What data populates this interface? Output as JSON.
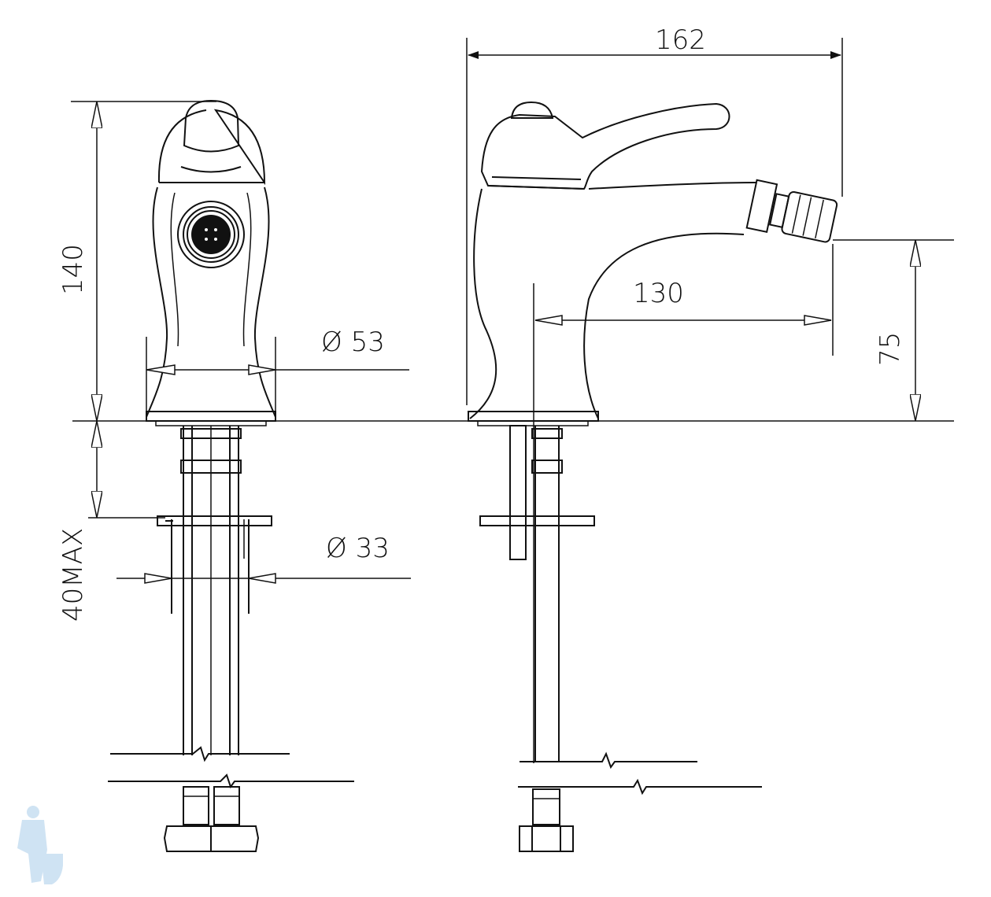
{
  "drawing": {
    "dimensions": {
      "overall_length": "162",
      "height": "140",
      "base_diameter": "Ø 53",
      "pipe_diameter": "Ø 33",
      "mount_thickness": "40MAX",
      "spout_reach": "130",
      "spout_height": "75"
    },
    "colors": {
      "line": "#111111",
      "watermark": "#cfe3f3"
    }
  }
}
